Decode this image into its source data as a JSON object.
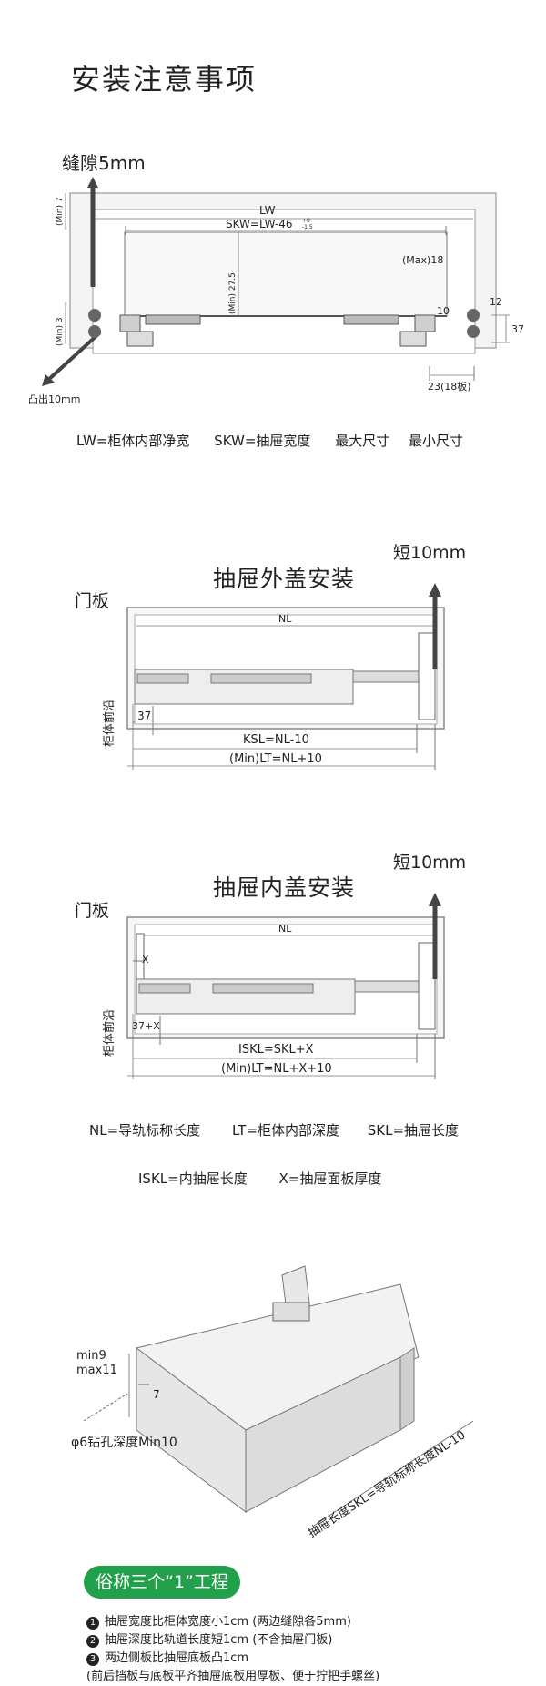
{
  "page": {
    "title": "安装注意事项"
  },
  "section1": {
    "gap_label": "缝隙5mm",
    "lw": "LW",
    "skw": "SKW=LW-46",
    "skw_tol_top": "+0",
    "skw_tol_bottom": "-1.5",
    "min7": "(Min) 7",
    "min27_5": "(Min) 27.5",
    "min3": "(Min) 3",
    "max18": "(Max)18",
    "d12": "12",
    "d10": "10",
    "d37": "37",
    "d23": "23(18板)",
    "protrude": "凸出10mm",
    "legend": [
      "LW=柜体内部净宽",
      "SKW=抽屉宽度",
      "最大尺寸",
      "最小尺寸"
    ]
  },
  "section2": {
    "title": "抽屉外盖安装",
    "short": "短10mm",
    "door": "门板",
    "front": "柜体前沿",
    "nl": "NL",
    "d37": "37",
    "ksl": "KSL=NL-10",
    "lt": "(Min)LT=NL+10"
  },
  "section3": {
    "title": "抽屉内盖安装",
    "short": "短10mm",
    "door": "门板",
    "front": "柜体前沿",
    "nl": "NL",
    "x": "X",
    "d37x": "37+X",
    "iskl": "ISKL=SKL+X",
    "lt": "(Min)LT=NL+X+10"
  },
  "legend2": {
    "row1": [
      "NL=导轨标称长度",
      "LT=柜体内部深度",
      "SKL=抽屉长度"
    ],
    "row2": [
      "ISKL=内抽屉长度",
      "X=抽屉面板厚度"
    ]
  },
  "section4": {
    "min9": "min9",
    "max11": "max11",
    "d7": "7",
    "drill": "φ6钻孔深度Min10",
    "length_label": "抽屉长度SKL=导轨标称长度NL-10"
  },
  "footer": {
    "tag": "俗称三个“1”工程",
    "notes": [
      {
        "num": "1",
        "text": "抽屉宽度比柜体宽度小1cm (两边缝隙各5mm)"
      },
      {
        "num": "2",
        "text": "抽屉深度比轨道长度短1cm (不含抽屉门板)"
      },
      {
        "num": "3",
        "text": "两边侧板比抽屉底板凸1cm"
      },
      {
        "num": "",
        "text": "(前后挡板与底板平齐抽屉底板用厚板、便于拧把手螺丝)"
      }
    ]
  }
}
